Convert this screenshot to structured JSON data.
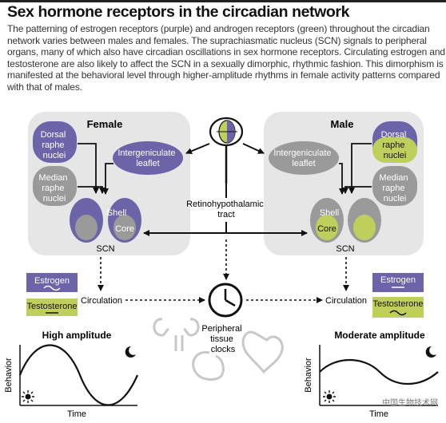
{
  "title": "Sex hormone receptors in the circadian network",
  "description": "The patterning of estrogen receptors (purple) and androgen receptors (green) throughout the circadian network varies between males and females. The suprachiasmatic nucleus (SCN) signals to peripheral organs, many of which also have circadian oscillations in sex hormone receptors. Circulating estrogen and testosterone are also likely to affect the SCN in a sexually dimorphic, rhythmic fashion. This dimorphism is manifested at the behavioral level through higher-amplitude rhythms in female activity patterns compared with that of males.",
  "colors": {
    "purple": "#6b64a8",
    "green": "#bfcf5c",
    "gray": "#9a9a9a",
    "panel": "#e6e6e6"
  },
  "female": {
    "heading": "Female",
    "dorsal": [
      "Dorsal",
      "raphe",
      "nuclei"
    ],
    "median": [
      "Median",
      "raphe",
      "nuclei"
    ],
    "igl": [
      "Intergeniculate",
      "leaflet"
    ],
    "shell": "Shell",
    "core": "Core",
    "scn": "SCN"
  },
  "male": {
    "heading": "Male",
    "dorsal": [
      "Dorsal",
      "raphe",
      "nuclei"
    ],
    "median": [
      "Median",
      "raphe",
      "nuclei"
    ],
    "igl": [
      "Intergeniculate",
      "leaflet"
    ],
    "shell": "Shell",
    "core": "Core",
    "scn": "SCN"
  },
  "rht": [
    "Retinohypothalamic",
    "tract"
  ],
  "circulation": "Circulation",
  "peripheral": [
    "Peripheral",
    "tissue",
    "clocks"
  ],
  "estrogen": "Estrogen",
  "testosterone": "Testosterone",
  "high_amplitude": "High amplitude",
  "moderate_amplitude": "Moderate amplitude",
  "behavior": "Behavior",
  "time": "Time",
  "watermark": "中国生物技术网"
}
